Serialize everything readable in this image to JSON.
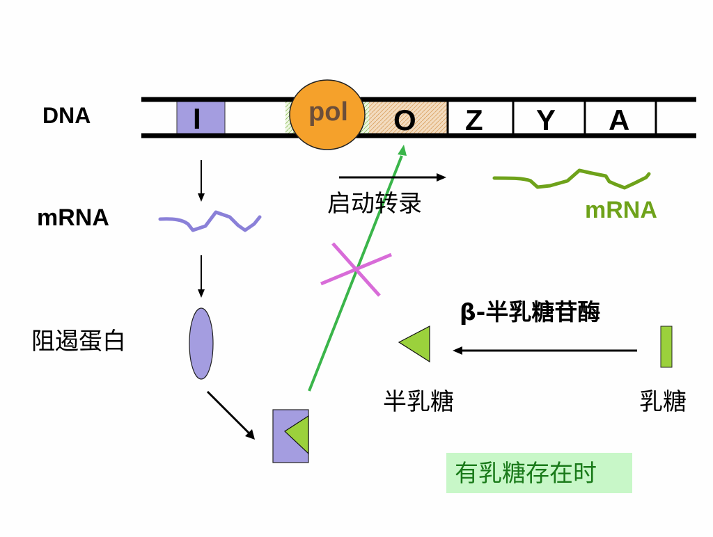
{
  "labels": {
    "dna": "DNA",
    "mrna_left": "mRNA",
    "repressor": "阻遏蛋白",
    "polymerase": "pol",
    "transcription": "启动转录",
    "mrna_right": "mRNA",
    "enzyme": "β-半乳糖苷酶",
    "galactose": "半乳糖",
    "lactose": "乳糖",
    "condition": "有乳糖存在时"
  },
  "genes": [
    {
      "id": "I",
      "label": "I"
    },
    {
      "id": "O",
      "label": "O"
    },
    {
      "id": "Z",
      "label": "Z"
    },
    {
      "id": "Y",
      "label": "Y"
    },
    {
      "id": "A",
      "label": "A"
    }
  ],
  "colors": {
    "regulator": "#a49de0",
    "polymerase": "#f5a12b",
    "polymerase_text": "#6b4e3a",
    "operator_fill": "#f3dcc0",
    "promoter_fill": "#e4f0d0",
    "mrna_left": "#8a80d8",
    "mrna_right": "#6ea21a",
    "blocked_arrow": "#3ab54a",
    "block_cross": "#d86cd8",
    "lactose_shape": "#9bd13c",
    "condition_bg": "#c8f7c8",
    "condition_text": "#1a7a1a"
  }
}
